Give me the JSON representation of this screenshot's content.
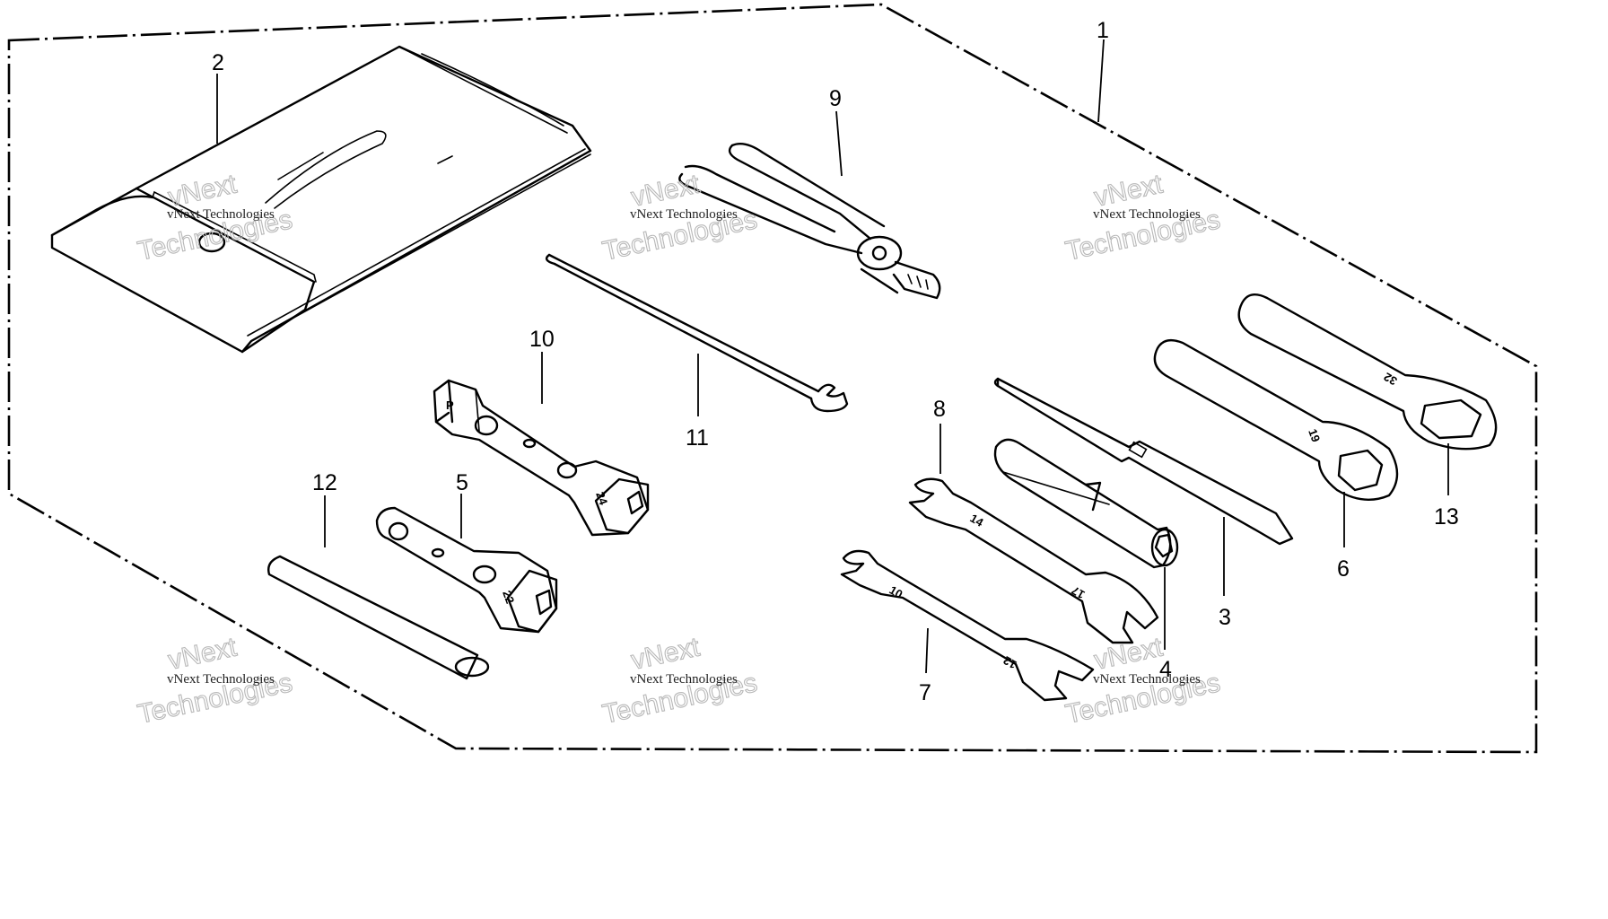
{
  "callouts": {
    "c1": "1",
    "c2": "2",
    "c3": "3",
    "c4": "4",
    "c5": "5",
    "c6": "6",
    "c7": "7",
    "c8": "8",
    "c9": "9",
    "c10": "10",
    "c11": "11",
    "c12": "12",
    "c13": "13"
  },
  "watermark": {
    "line1": "vNext Technologies",
    "line2": "vNext",
    "line3": "Technologies"
  },
  "stamps": {
    "socket_a_p": "P",
    "socket_a_size": "24",
    "socket_b_size": "22",
    "wrench_7_small": "10",
    "wrench_7_large": "12",
    "wrench_8_small": "14",
    "wrench_8_large": "17",
    "ring_6": "19",
    "ring_13": "32"
  }
}
